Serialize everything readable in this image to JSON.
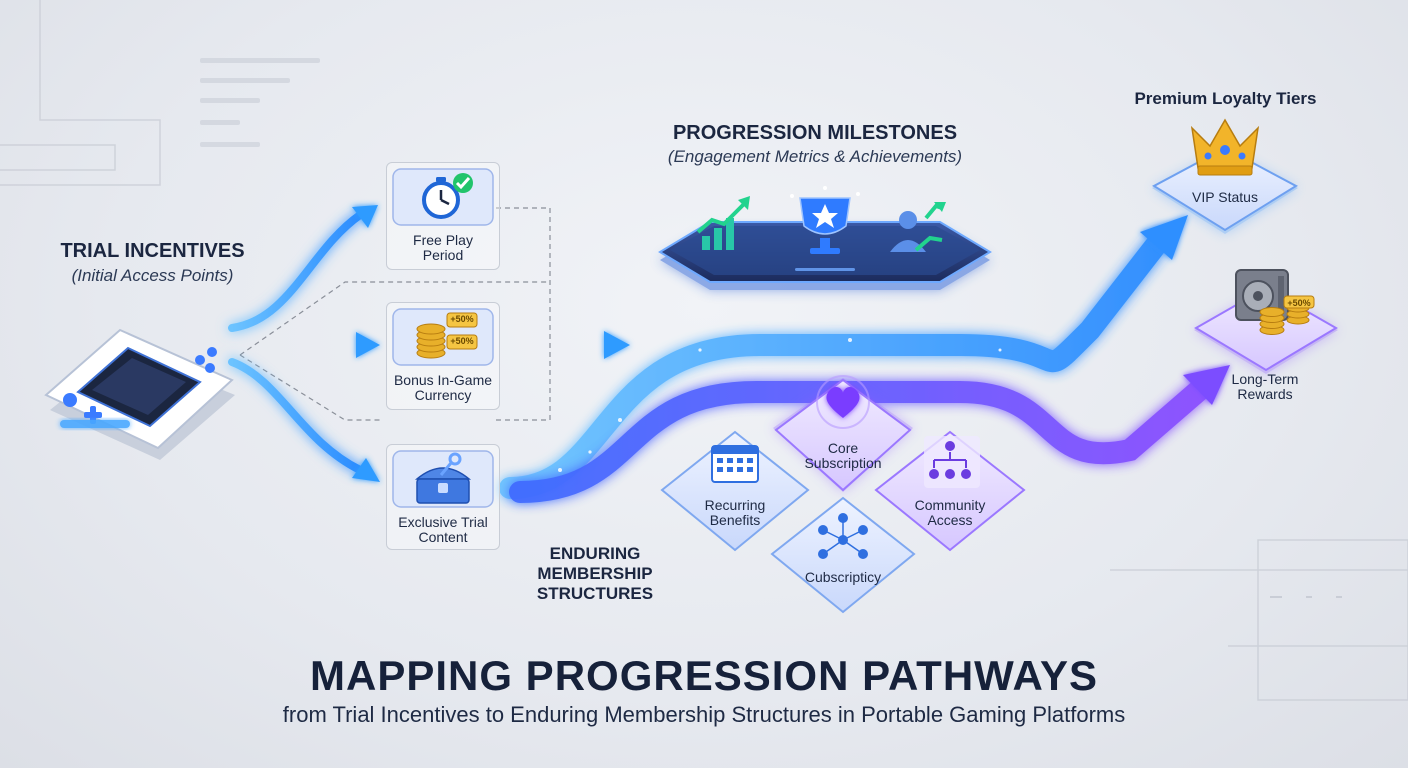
{
  "trial": {
    "heading": "TRIAL INCENTIVES",
    "subheading": "(Initial Access Points)",
    "cards": [
      {
        "label_line1": "Free Play",
        "label_line2": "Period"
      },
      {
        "label_line1": "Bonus In-Game",
        "label_line2": "Currency",
        "coin_badge_top": "+50%",
        "coin_badge_bottom": "+50%"
      },
      {
        "label_line1": "Exclusive Trial",
        "label_line2": "Content"
      }
    ]
  },
  "milestones": {
    "heading": "PROGRESSION MILESTONES",
    "subheading": "(Engagement Metrics & Achievements)"
  },
  "membership": {
    "heading_lines": [
      "ENDURING",
      "MEMBERSHIP",
      "STRUCTURES"
    ],
    "tiles": [
      {
        "label_line1": "Core",
        "label_line2": "Subscription"
      },
      {
        "label_line1": "Recurring",
        "label_line2": "Benefits"
      },
      {
        "label_line1": "Community",
        "label_line2": "Access"
      },
      {
        "label_line1": "Cubscripticy",
        "label_line2": ""
      }
    ]
  },
  "loyalty": {
    "heading": "Premium Loyalty Tiers",
    "vip_label": "VIP Status",
    "rewards_label_line1": "Long-Term",
    "rewards_label_line2": "Rewards",
    "rewards_badge": "+50%"
  },
  "title": "MAPPING PROGRESSION PATHWAYS",
  "subtitle": "from Trial Incentives to Enduring Membership Structures in Portable Gaming Platforms",
  "colors": {
    "blue_flow": "#2f9bff",
    "purple_flow": "#7b4dff",
    "card_fill": "#dfe8fb",
    "title": "#16213a"
  }
}
